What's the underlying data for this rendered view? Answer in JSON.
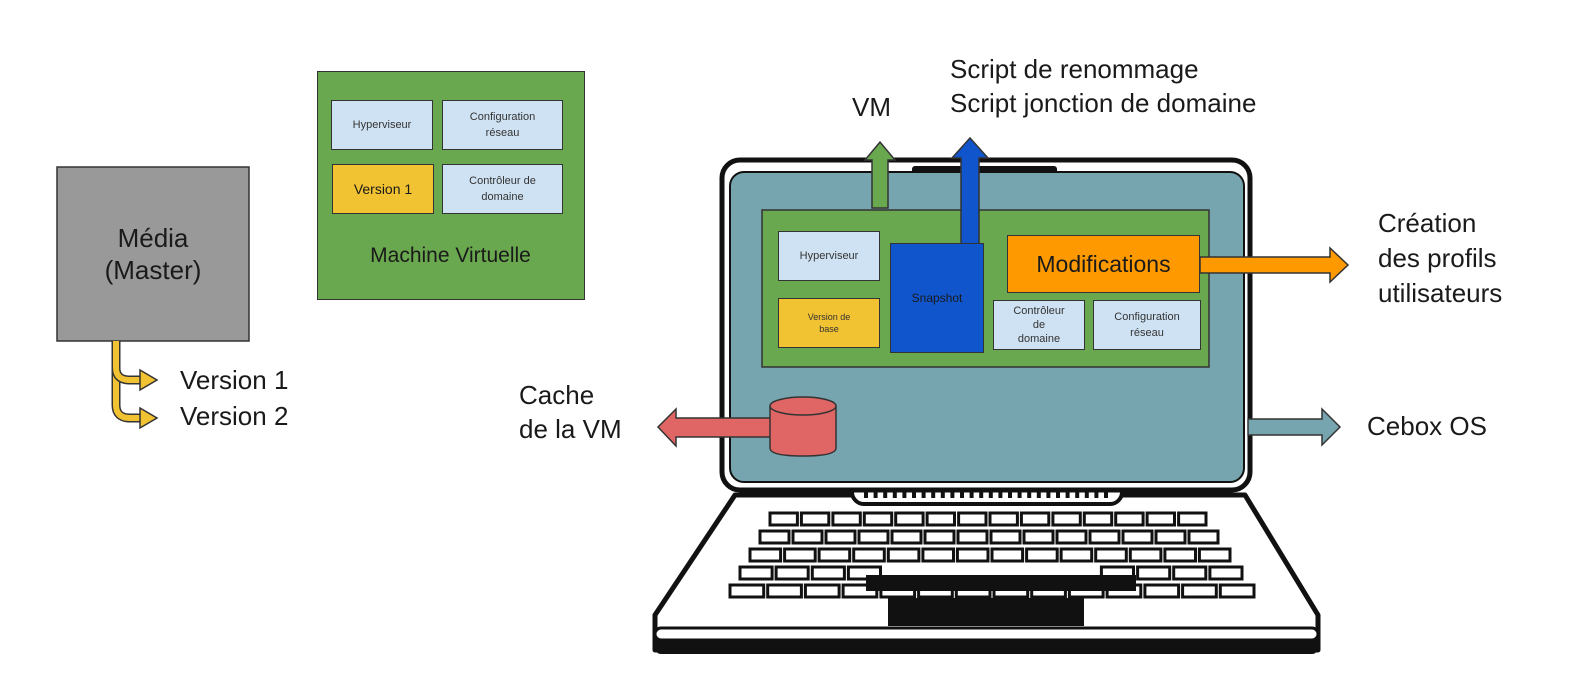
{
  "media": {
    "label_line1": "Média",
    "label_line2": "(Master)",
    "versions": [
      "Version 1",
      "Version 2"
    ]
  },
  "vm_card": {
    "title": "Machine Virtuelle",
    "hyperviseur": "Hyperviseur",
    "config_line1": "Configuration",
    "config_line2": "réseau",
    "version": "Version 1",
    "controleur_line1": "Contrôleur de",
    "controleur_line2": "domaine"
  },
  "laptop": {
    "hyperviseur": "Hyperviseur",
    "version_line1": "Version de",
    "version_line2": "base",
    "snapshot": "Snapshot",
    "modifications": "Modifications",
    "controleur_line1": "Contrôleur",
    "controleur_line2": "de",
    "controleur_line3": "domaine",
    "config_line1": "Configuration",
    "config_line2": "réseau"
  },
  "outputs": {
    "vm": "VM",
    "scripts": [
      "Script de renommage",
      "Script jonction de domaine"
    ],
    "profiles": [
      "Création",
      "des profils",
      "utilisateurs"
    ],
    "cache": [
      "Cache",
      "de la VM"
    ],
    "os": "Cebox OS"
  },
  "colors": {
    "green": "#6aa84f",
    "light_blue": "#cfe2f3",
    "yellow": "#f1c232",
    "orange": "#ff9900",
    "blue": "#1155cc",
    "teal": "#76a5af",
    "salmon": "#e06666",
    "gray": "#999999"
  }
}
